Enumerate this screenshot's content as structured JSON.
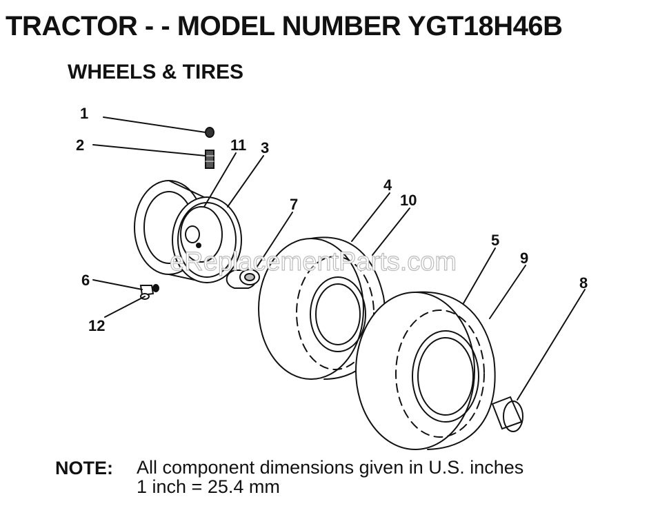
{
  "header": {
    "title": "TRACTOR - - MODEL NUMBER YGT18H46B",
    "subtitle": "WHEELS & TIRES"
  },
  "callouts": [
    "1",
    "2",
    "11",
    "3",
    "7",
    "4",
    "10",
    "5",
    "9",
    "6",
    "12",
    "8"
  ],
  "watermark": "eReplacementParts.com",
  "note": {
    "label": "NOTE:",
    "line1": "All component dimensions given in U.S. inches",
    "line2": "1 inch = 25.4 mm"
  }
}
